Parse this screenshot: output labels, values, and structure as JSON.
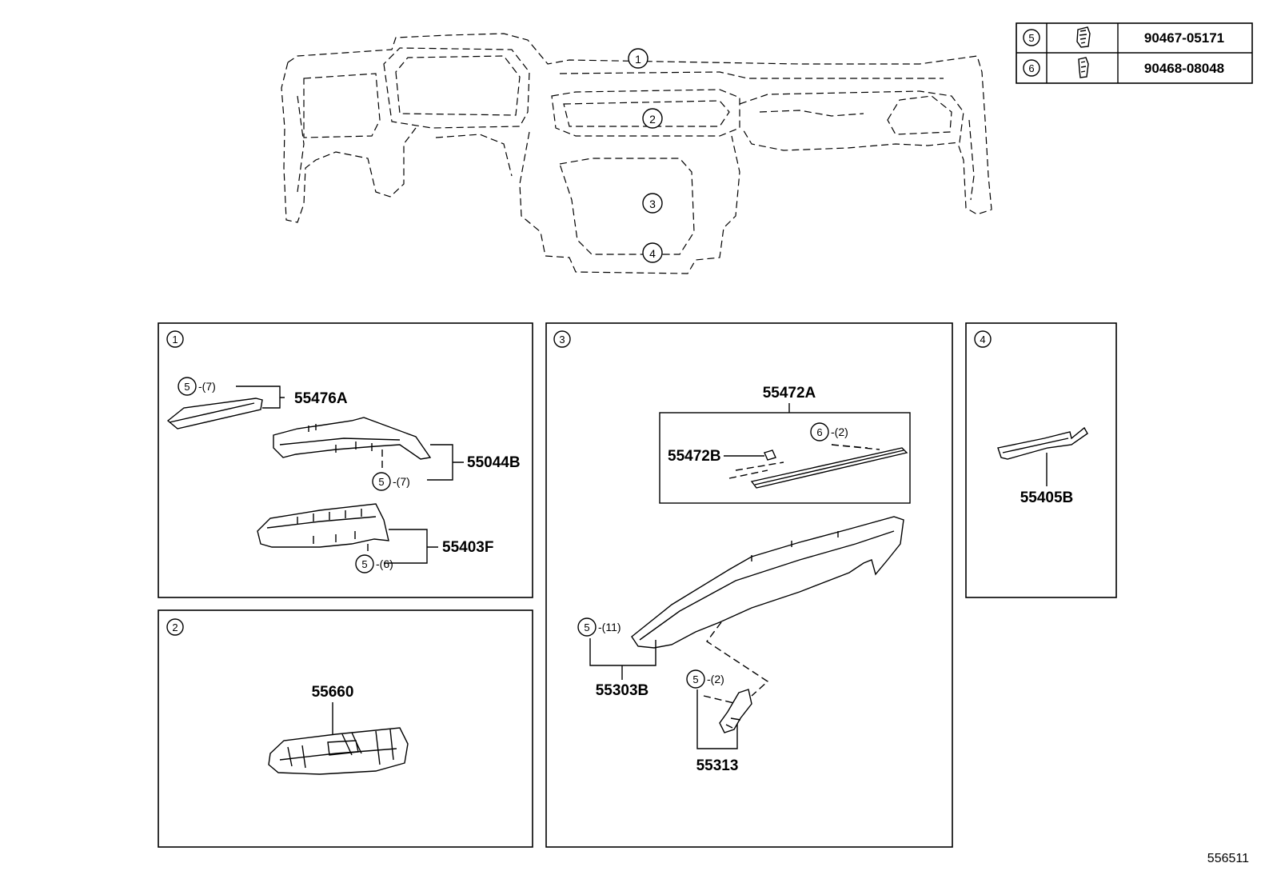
{
  "clip_table": {
    "rows": [
      {
        "callout": "5",
        "icon": "clip-icon",
        "part_number": "90467-05171"
      },
      {
        "callout": "6",
        "icon": "clip-icon",
        "part_number": "90468-08048"
      }
    ]
  },
  "overview": {
    "callouts": [
      "1",
      "2",
      "3",
      "4"
    ]
  },
  "panel1": {
    "number": "1",
    "parts": [
      "55476A",
      "55044B",
      "55403F"
    ],
    "clip_qty": [
      "5",
      "-(7)",
      "5",
      "-(7)",
      "5",
      "-(6)"
    ]
  },
  "panel2": {
    "number": "2",
    "parts": [
      "55660"
    ]
  },
  "panel3": {
    "number": "3",
    "parts": [
      "55472A",
      "55472B",
      "55303B",
      "55313"
    ],
    "clip_qty": [
      "6",
      "-(2)",
      "5",
      "-(11)",
      "5",
      "-(2)"
    ]
  },
  "panel4": {
    "number": "4",
    "parts": [
      "55405B"
    ]
  },
  "diagram_id": "556511"
}
